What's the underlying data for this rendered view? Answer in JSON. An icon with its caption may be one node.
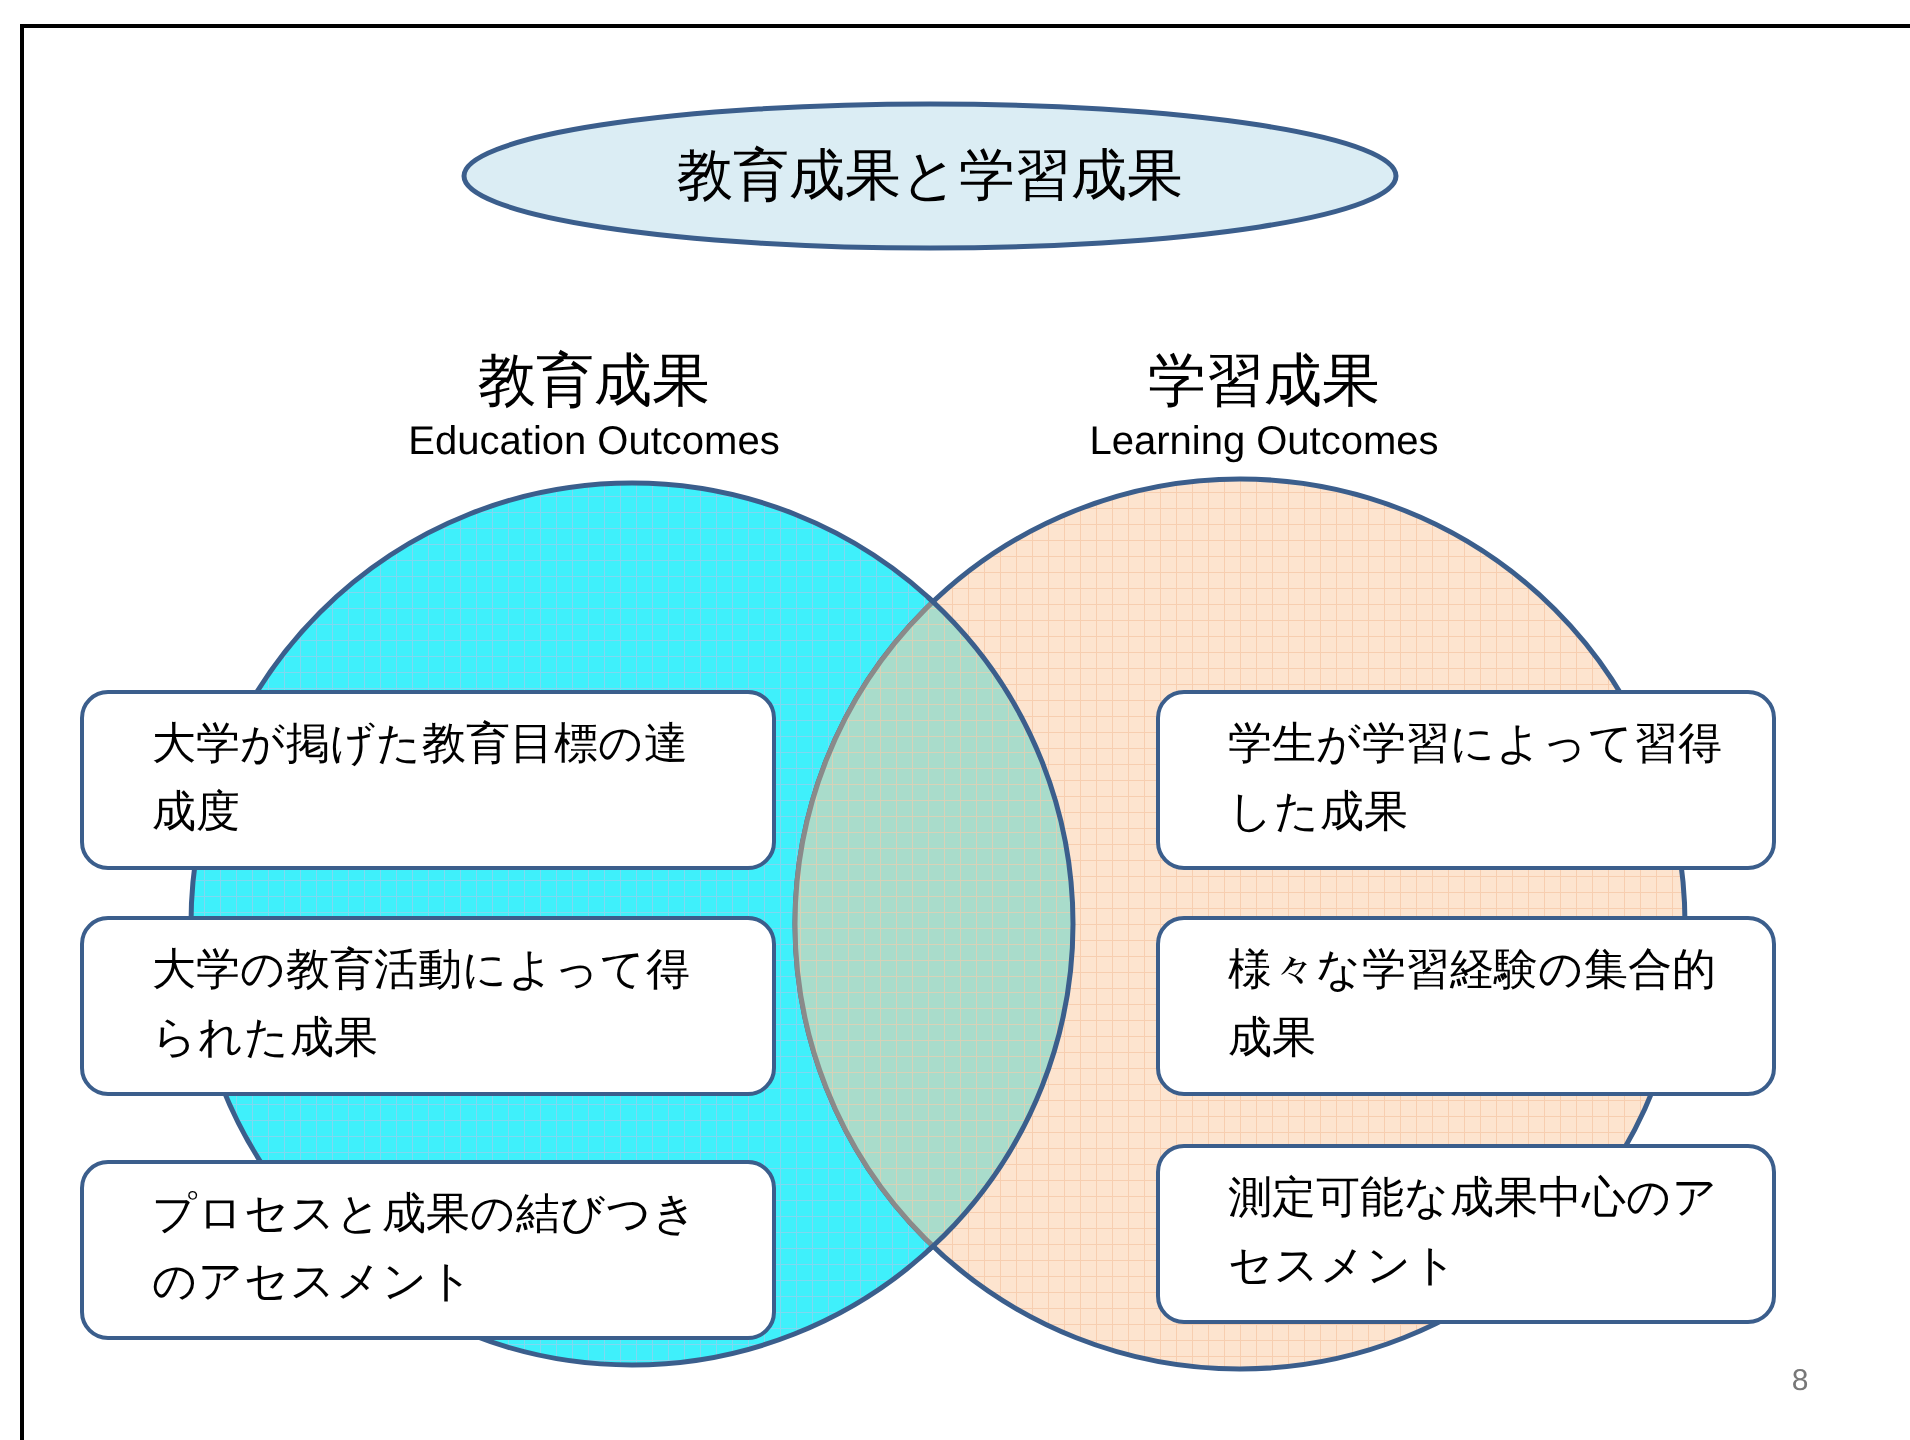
{
  "diagram": {
    "nodes": [
      {
        "text": [
          "教育成果と学習成果"
        ]
      },
      {
        "text": [
          "教育成果",
          "Education Outcomes"
        ]
      },
      {
        "text": [
          "学習成果",
          "Learning Outcomes"
        ]
      },
      {
        "text": [
          "大学が掲げた教育目標の達成度"
        ]
      },
      {
        "text": [
          "大学の教育活動によって得られた成果"
        ]
      },
      {
        "text": [
          "プロセスと成果の結びつきのアセスメント"
        ]
      },
      {
        "text": [
          "学生が学習によって習得した成果"
        ]
      },
      {
        "text": [
          "様々な学習経験の集合的成果"
        ]
      },
      {
        "text": [
          "測定可能な成果中心のアセスメント"
        ]
      }
    ],
    "edges": [],
    "labels": [
      "8"
    ]
  }
}
